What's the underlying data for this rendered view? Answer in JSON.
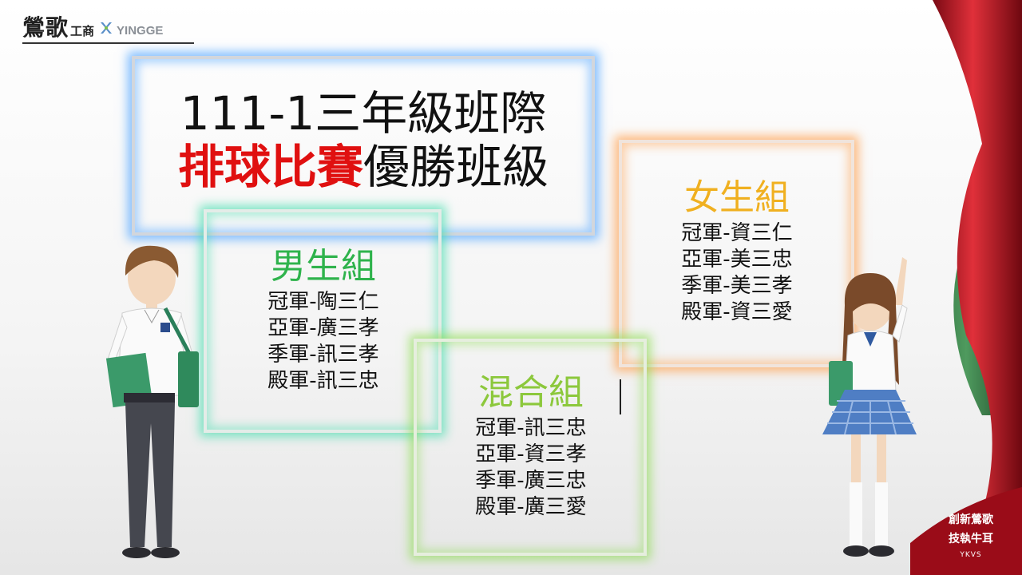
{
  "logo": {
    "main": "鶯歌",
    "sub": "工商",
    "mark_icon": "yingge-x-icon",
    "en": "YINGGE"
  },
  "title": {
    "line1": "111-1三年級班際",
    "line2_highlight": "排球比賽",
    "line2_rest": "優勝班級"
  },
  "groups": {
    "boys": {
      "heading": "男生組",
      "ranks": [
        "冠軍-陶三仁",
        "亞軍-廣三孝",
        "季軍-訊三孝",
        "殿軍-訊三忠"
      ]
    },
    "girls": {
      "heading": "女生組",
      "ranks": [
        "冠軍-資三仁",
        "亞軍-美三忠",
        "季軍-美三孝",
        "殿軍-資三愛"
      ]
    },
    "mixed": {
      "heading": "混合組",
      "ranks": [
        "冠軍-訊三忠",
        "亞軍-資三孝",
        "季軍-廣三忠",
        "殿軍-廣三愛"
      ]
    }
  },
  "slogan": {
    "line1": "創新鶯歌",
    "line2": "技執牛耳",
    "line3": "YKVS"
  },
  "colors": {
    "highlight_red": "#e01010",
    "boys_green": "#2fb34c",
    "girls_yellow": "#f0b020",
    "mixed_green": "#8cc83c",
    "frame_blue": "#5aaaff",
    "frame_cyan": "#3cdcaa",
    "frame_orange": "#ff963c",
    "frame_green": "#8cdc50",
    "curtain_red": "#c8102e",
    "curtain_green": "#2a6e3c"
  }
}
